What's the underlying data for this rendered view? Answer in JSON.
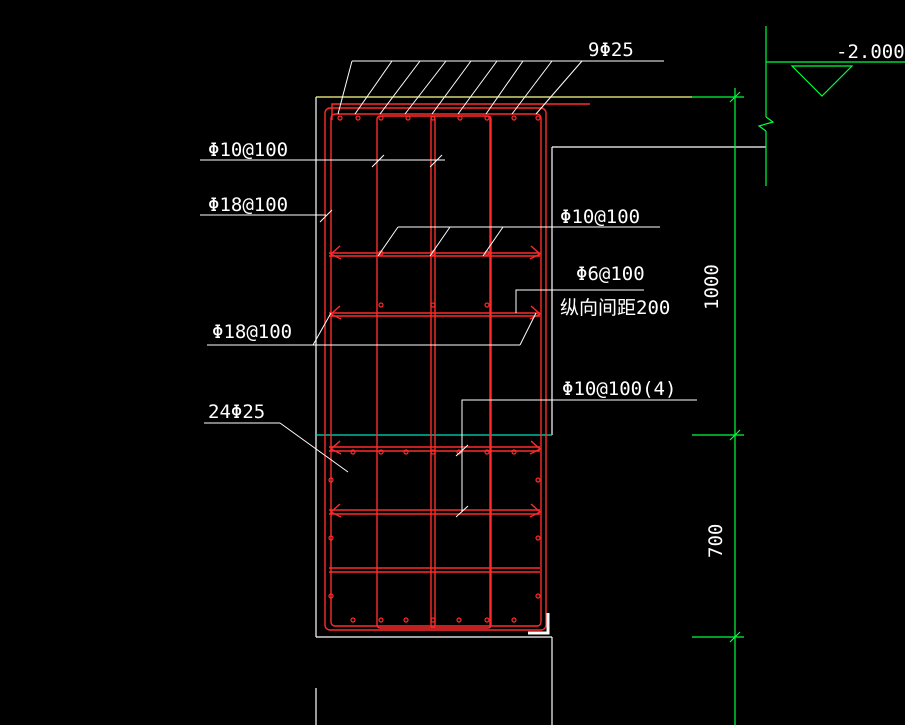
{
  "colors": {
    "background": "#000000",
    "rebar": "#ff2a2a",
    "outline": "#ffffff",
    "dimension": "#00ff3c",
    "leader": "#ffffff",
    "slab_edge": "#ffff88",
    "joint": "#00e0c0"
  },
  "labels": {
    "top_bars": "9Φ25",
    "stirrup_upper": "Φ10@100",
    "side_bar_upper": "Φ18@100",
    "tie_right": "Φ10@100",
    "tie_6": "Φ6@100",
    "tie_6_note": "纵向间距200",
    "side_bar_lower": "Φ18@100",
    "stirrup_lower": "Φ10@100(4)",
    "bottom_bars": "24Φ25"
  },
  "elevation": {
    "value": "-2.000"
  },
  "dimensions": {
    "upper": "1000",
    "lower": "700"
  }
}
